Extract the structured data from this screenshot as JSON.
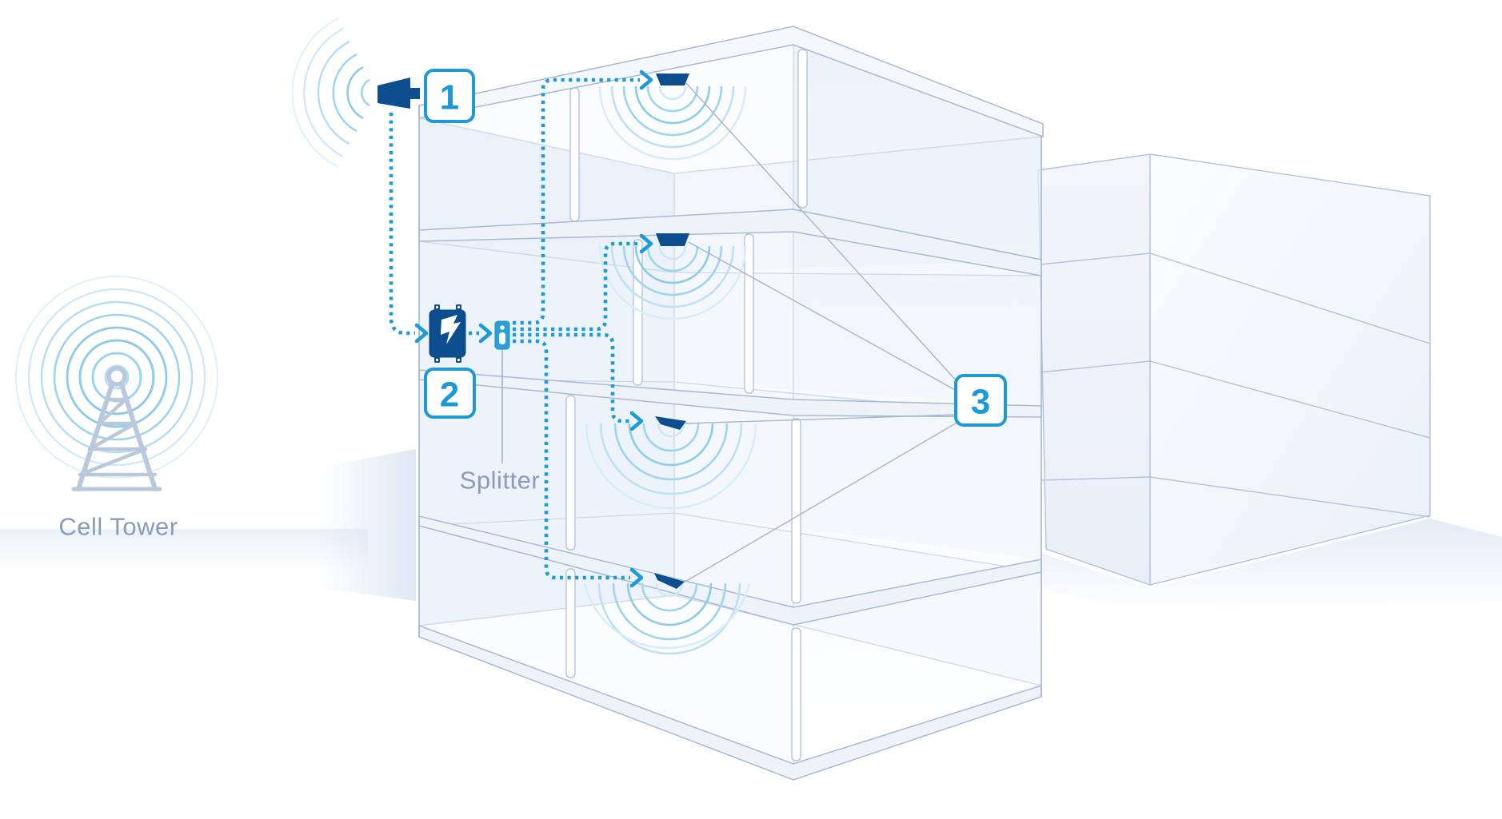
{
  "diagram": {
    "labels": {
      "cell_tower": "Cell Tower",
      "splitter": "Splitter"
    },
    "callouts": [
      {
        "number": "1"
      },
      {
        "number": "2"
      },
      {
        "number": "3"
      }
    ],
    "icons": {
      "cell_tower": "radio-tower-icon",
      "cell_tower_waves": "radial-signal-waves-icon",
      "outdoor_antenna": "outdoor-antenna-icon",
      "outdoor_antenna_waves": "incoming-signal-waves-icon",
      "booster": "signal-booster-icon",
      "splitter": "splitter-icon",
      "indoor_antenna": "ceiling-antenna-icon",
      "indoor_antenna_waves": "broadcast-signal-waves-icon",
      "cable": "dotted-cable-line",
      "arrow": "chevron-arrow-icon"
    },
    "colors": {
      "device_navy": "#0d4e8e",
      "accent_blue": "#1d9ad6",
      "splitter_blue": "#2ba0d8",
      "wireframe_stroke": "#aab9d2",
      "interior_stroke": "#cdd8e6",
      "pointer_line": "#a6b5cc",
      "label_text": "#8a9cb9",
      "tower_gray": "#bac8db",
      "wave_strong": "#8ecbe9",
      "wave_soft": "#c6e6f7",
      "slab_fill": "#eef3f9"
    }
  }
}
